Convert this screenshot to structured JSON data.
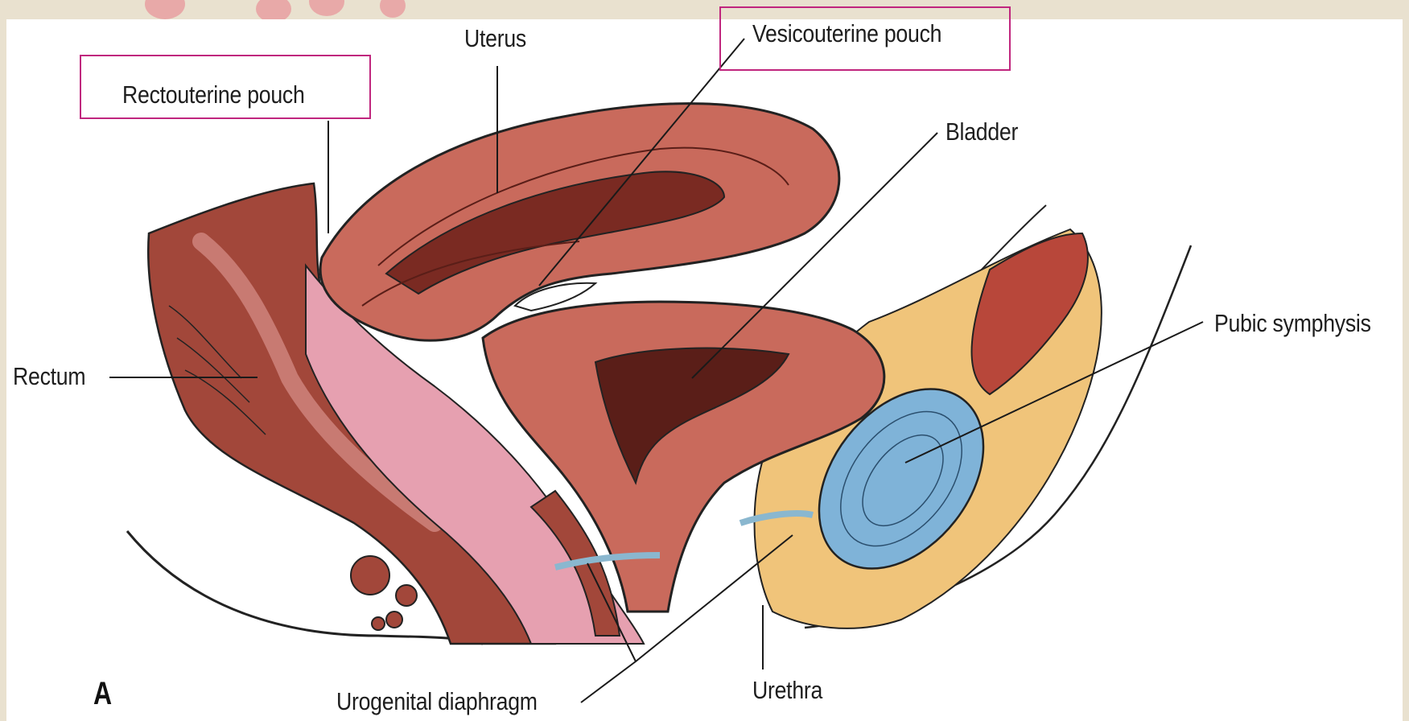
{
  "figure": {
    "panel_letter": "A",
    "labels": {
      "uterus": "Uterus",
      "rectouterine_pouch": "Rectouterine pouch",
      "vesicouterine_pouch": "Vesicouterine pouch",
      "bladder": "Bladder",
      "pubic_symphysis": "Pubic symphysis",
      "rectum": "Rectum",
      "urogenital_diaphragm": "Urogenital diaphragm",
      "urethra": "Urethra"
    }
  },
  "colors": {
    "background": "#e9e1cf",
    "highlight_box": "#c0267e",
    "tissue_red": "#c96a5c",
    "rectum_dark": "#a2473a",
    "peritoneum_pink": "#e6a0b0",
    "fat_yellow": "#f0c47a",
    "bone_blue": "#7fb3d8"
  }
}
